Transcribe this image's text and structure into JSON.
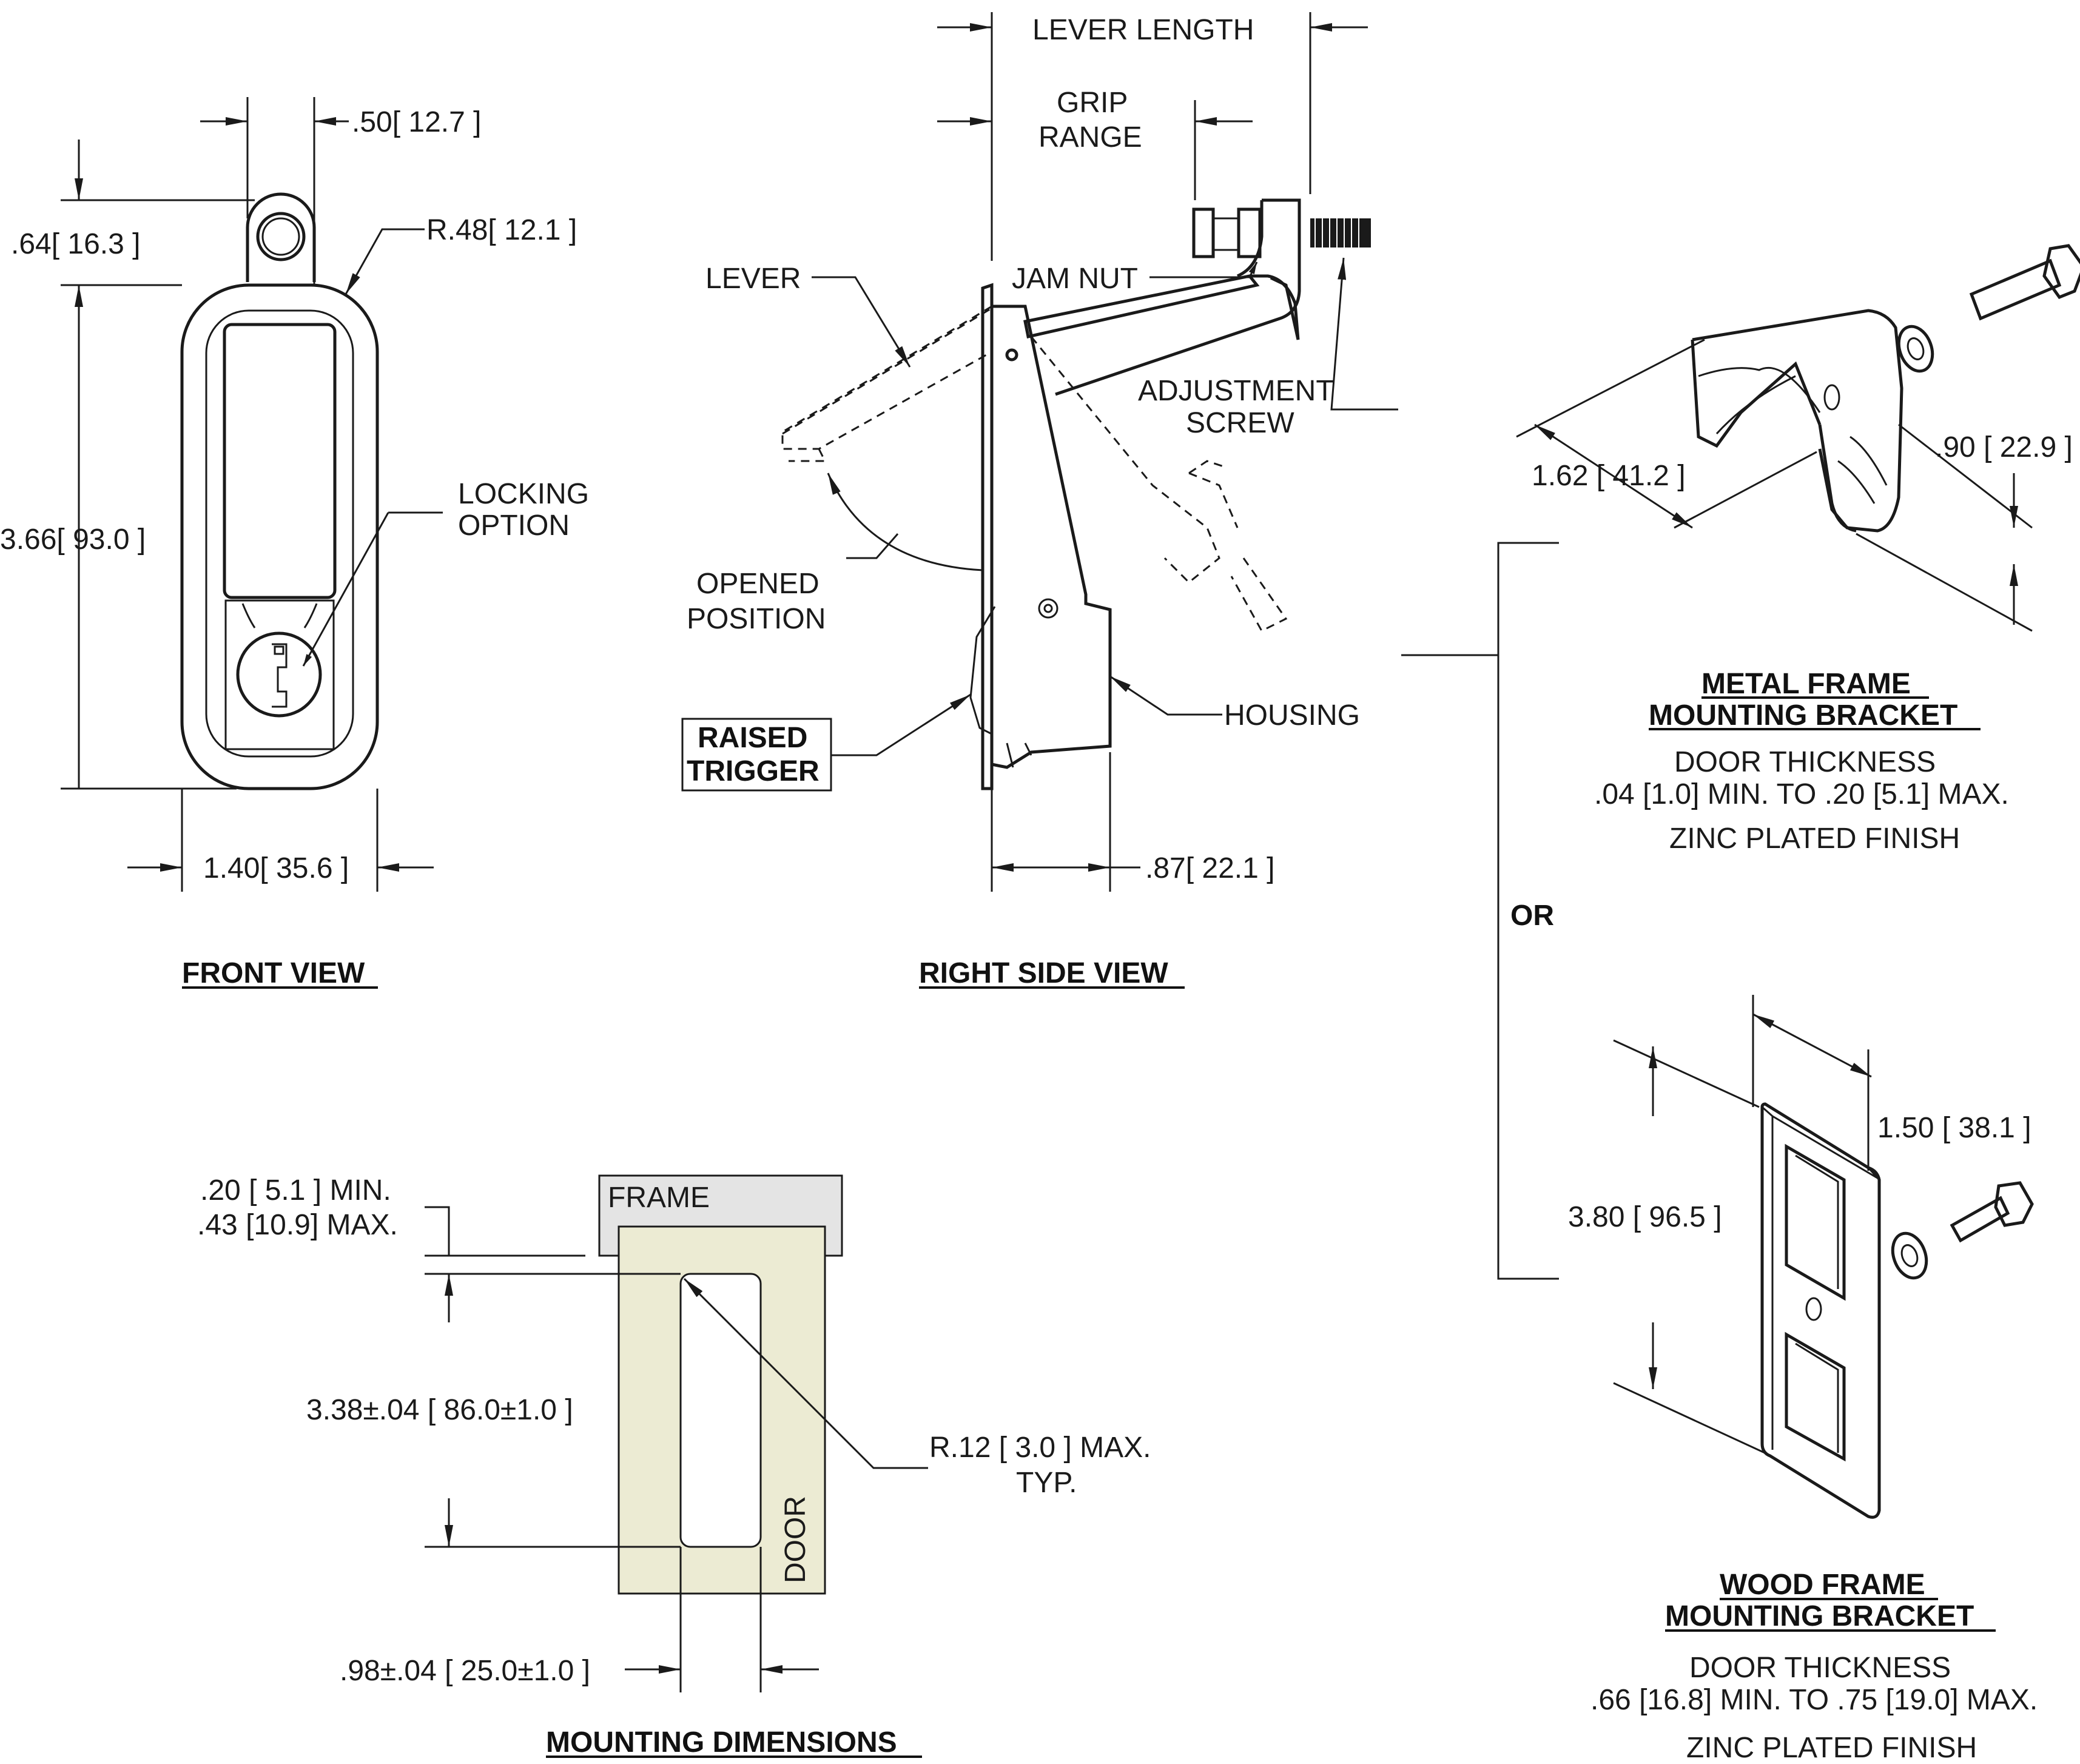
{
  "front_view": {
    "title": "FRONT VIEW",
    "dim_top_width": ".50[ 12.7 ]",
    "dim_top_height": ".64[ 16.3 ]",
    "dim_radius": "R.48[ 12.1 ]",
    "dim_height": "3.66[ 93.0 ]",
    "dim_width": "1.40[ 35.6 ]",
    "label_locking": "LOCKING",
    "label_option": "OPTION"
  },
  "side_view": {
    "title": "RIGHT SIDE VIEW",
    "label_lever_length": "LEVER LENGTH",
    "label_grip": "GRIP",
    "label_range": "RANGE",
    "label_lever": "LEVER",
    "label_jam_nut": "JAM NUT",
    "label_adjustment": "ADJUSTMENT",
    "label_screw": "SCREW",
    "label_opened": "OPENED",
    "label_position": "POSITION",
    "label_raised": "RAISED",
    "label_trigger": "TRIGGER",
    "label_housing": "HOUSING",
    "dim_depth": ".87[ 22.1 ]"
  },
  "mounting": {
    "title": "MOUNTING DIMENSIONS",
    "label_frame": "FRAME",
    "label_door": "DOOR",
    "dim_min": ".20 [ 5.1 ]  MIN.",
    "dim_max": ".43 [10.9] MAX.",
    "dim_height": "3.38±.04 [ 86.0±1.0 ]",
    "dim_radius": "R.12 [ 3.0 ]  MAX.",
    "dim_radius_typ": "TYP.",
    "dim_width": ".98±.04 [ 25.0±1.0 ]"
  },
  "or_label": "OR",
  "metal_bracket": {
    "title_1": "METAL FRAME",
    "title_2": "MOUNTING BRACKET",
    "thickness_label": "DOOR THICKNESS",
    "thickness_range": ".04 [1.0] MIN. TO .20 [5.1] MAX.",
    "finish": "ZINC PLATED FINISH",
    "dim_width": "1.62 [ 41.2 ]",
    "dim_height": ".90 [ 22.9 ]"
  },
  "wood_bracket": {
    "title_1": "WOOD FRAME",
    "title_2": "MOUNTING BRACKET",
    "thickness_label": "DOOR THICKNESS",
    "thickness_range": ".66 [16.8] MIN. TO .75 [19.0] MAX.",
    "finish": "ZINC PLATED FINISH",
    "dim_width": "1.50 [ 38.1 ]",
    "dim_height": "3.80 [ 96.5 ]"
  },
  "colors": {
    "frame_fill": "#e4e4e4",
    "door_fill": "#ecebd3",
    "line": "#1a1a1a"
  }
}
